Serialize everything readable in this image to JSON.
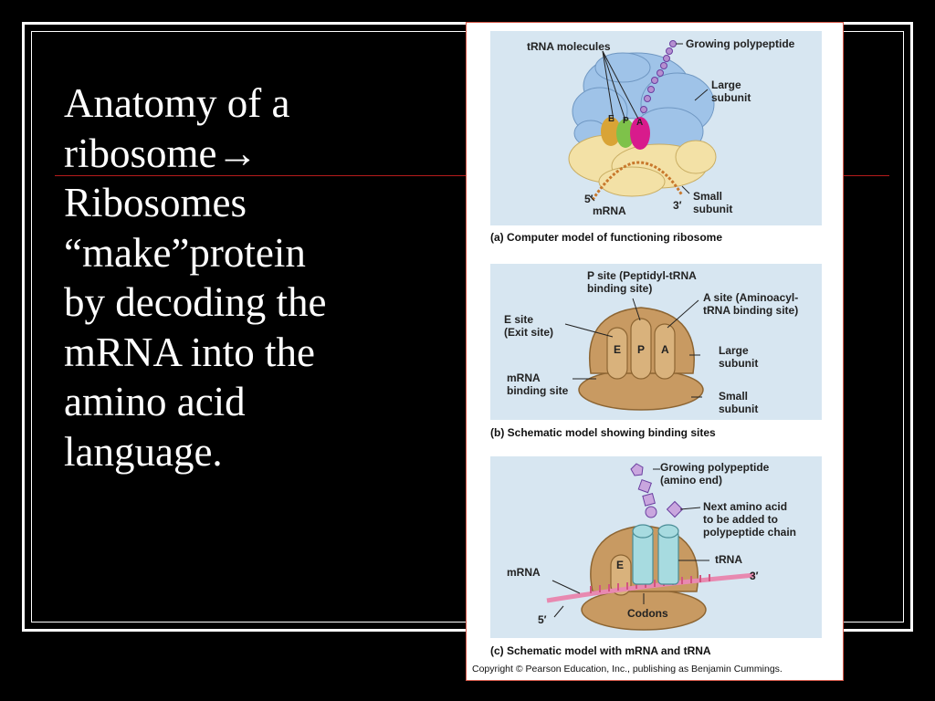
{
  "slide": {
    "text": "Anatomy of a\nribosome→\nRibosomes\n“make”protein\nby decoding the\nmRNA into the\namino acid\nlanguage."
  },
  "figure": {
    "panel_a": {
      "labels": {
        "trna_molecules": "tRNA molecules",
        "growing_polypeptide": "Growing polypeptide",
        "large_subunit": "Large\nsubunit",
        "small_subunit": "Small\nsubunit",
        "five_prime": "5′",
        "mrna": "mRNA",
        "three_prime": "3′",
        "site_e": "E",
        "site_p": "P",
        "site_a": "A"
      },
      "caption": "(a) Computer model of functioning ribosome"
    },
    "panel_b": {
      "labels": {
        "p_site": "P site (Peptidyl-tRNA\nbinding site)",
        "a_site": "A site (Aminoacyl-\ntRNA binding site)",
        "e_site": "E site\n(Exit site)",
        "large_subunit": "Large\nsubunit",
        "mrna_binding_site": "mRNA\nbinding site",
        "small_subunit": "Small\nsubunit",
        "slot_e": "E",
        "slot_p": "P",
        "slot_a": "A"
      },
      "caption": "(b) Schematic model showing binding sites"
    },
    "panel_c": {
      "labels": {
        "growing_polypeptide": "Growing polypeptide\n(amino end)",
        "next_amino_acid": "Next amino acid\nto be added to\npolypeptide chain",
        "trna": "tRNA",
        "mrna": "mRNA",
        "three_prime": "3′",
        "five_prime": "5′",
        "codons": "Codons",
        "slot_e": "E"
      },
      "caption": "(c) Schematic model with mRNA and tRNA"
    },
    "copyright": "Copyright © Pearson Education, Inc., publishing as Benjamin Cummings."
  },
  "colors": {
    "background": "#000000",
    "text": "#ffffff",
    "rule": "#b71c1c",
    "panel_background": "#d7e6f1",
    "ribosome_tan": "#c89a62",
    "large_subunit_blue": "#9fc3e8",
    "small_subunit_yellow": "#f3e1a6"
  }
}
